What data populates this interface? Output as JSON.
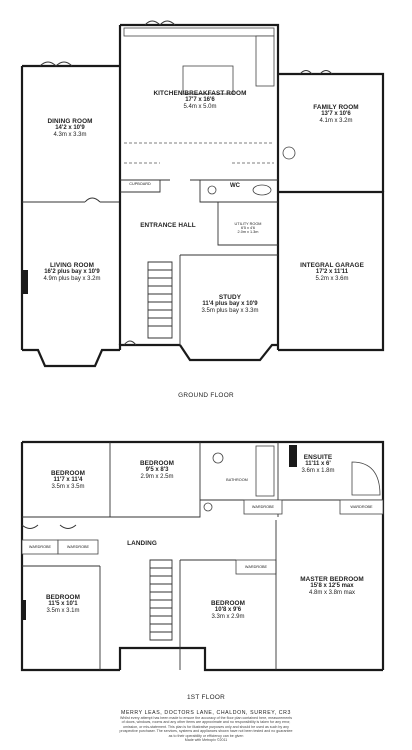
{
  "ground_floor": {
    "title": "GROUND FLOOR",
    "rooms": {
      "kitchen": {
        "name": "KITCHEN/BREAKFAST ROOM",
        "imperial": "17'7 x 16'6",
        "metric": "5.4m x 5.0m"
      },
      "family": {
        "name": "FAMILY ROOM",
        "imperial": "13'7 x 10'6",
        "metric": "4.1m x 3.2m"
      },
      "dining": {
        "name": "DINING ROOM",
        "imperial": "14'2 x 10'9",
        "metric": "4.3m x 3.3m"
      },
      "cupboard": {
        "name": "CUPBOARD"
      },
      "wc": {
        "name": "WC"
      },
      "hall": {
        "name": "ENTRANCE HALL"
      },
      "utility": {
        "name": "UTILITY ROOM",
        "imperial": "6'5 x 4'6",
        "metric": "2.0m x 1.3m"
      },
      "living": {
        "name": "LIVING ROOM",
        "imperial": "16'2 plus bay x 10'9",
        "metric": "4.9m plus bay x 3.2m"
      },
      "garage": {
        "name": "INTEGRAL GARAGE",
        "imperial": "17'2 x 11'11",
        "metric": "5.2m x 3.6m"
      },
      "study": {
        "name": "STUDY",
        "imperial": "11'4 plus bay x 10'9",
        "metric": "3.5m plus bay x 3.3m"
      }
    }
  },
  "first_floor": {
    "title": "1ST FLOOR",
    "rooms": {
      "bed_tl": {
        "name": "BEDROOM",
        "imperial": "11'7 x 11'4",
        "metric": "3.5m x 3.5m"
      },
      "bed_tm": {
        "name": "BEDROOM",
        "imperial": "9'5 x 8'3",
        "metric": "2.9m x 2.5m"
      },
      "bathroom": {
        "name": "BATHROOM"
      },
      "ensuite": {
        "name": "ENSUITE",
        "imperial": "11'11 x 6'",
        "metric": "3.6m x 1.8m"
      },
      "wardrobe_l1": {
        "name": "WARDROBE"
      },
      "wardrobe_l2": {
        "name": "WARDROBE"
      },
      "wardrobe_m": {
        "name": "WARDROBE"
      },
      "wardrobe_r": {
        "name": "WARDROBE"
      },
      "wardrobe_b": {
        "name": "WARDROBE"
      },
      "landing": {
        "name": "LANDING"
      },
      "bed_bl": {
        "name": "BEDROOM",
        "imperial": "11'5 x 10'1",
        "metric": "3.5m x 3.1m"
      },
      "bed_bm": {
        "name": "BEDROOM",
        "imperial": "10'8 x 9'6",
        "metric": "3.3m x 2.9m"
      },
      "master": {
        "name": "MASTER BEDROOM",
        "imperial": "15'8 x 12'5 max",
        "metric": "4.8m x 3.8m max"
      }
    }
  },
  "footer": {
    "address": "MERRY LEAS, DOCTORS LANE, CHALDON, SURREY, CR3",
    "disclaimer_1": "Whilst every attempt has been made to ensure the accuracy of the floor plan contained here, measurements",
    "disclaimer_2": "of doors, windows, rooms and any other items are approximate and no responsibility is taken for any error,",
    "disclaimer_3": "omission, or mis-statement. This plan is for illustrative purposes only and should be used as such by any",
    "disclaimer_4": "prospective purchaser. The services, systems and appliances shown have not been tested and no guarantee",
    "disclaimer_5": "as to their operability or efficiency can be given",
    "disclaimer_6": "Made with Metropix ©2011"
  }
}
